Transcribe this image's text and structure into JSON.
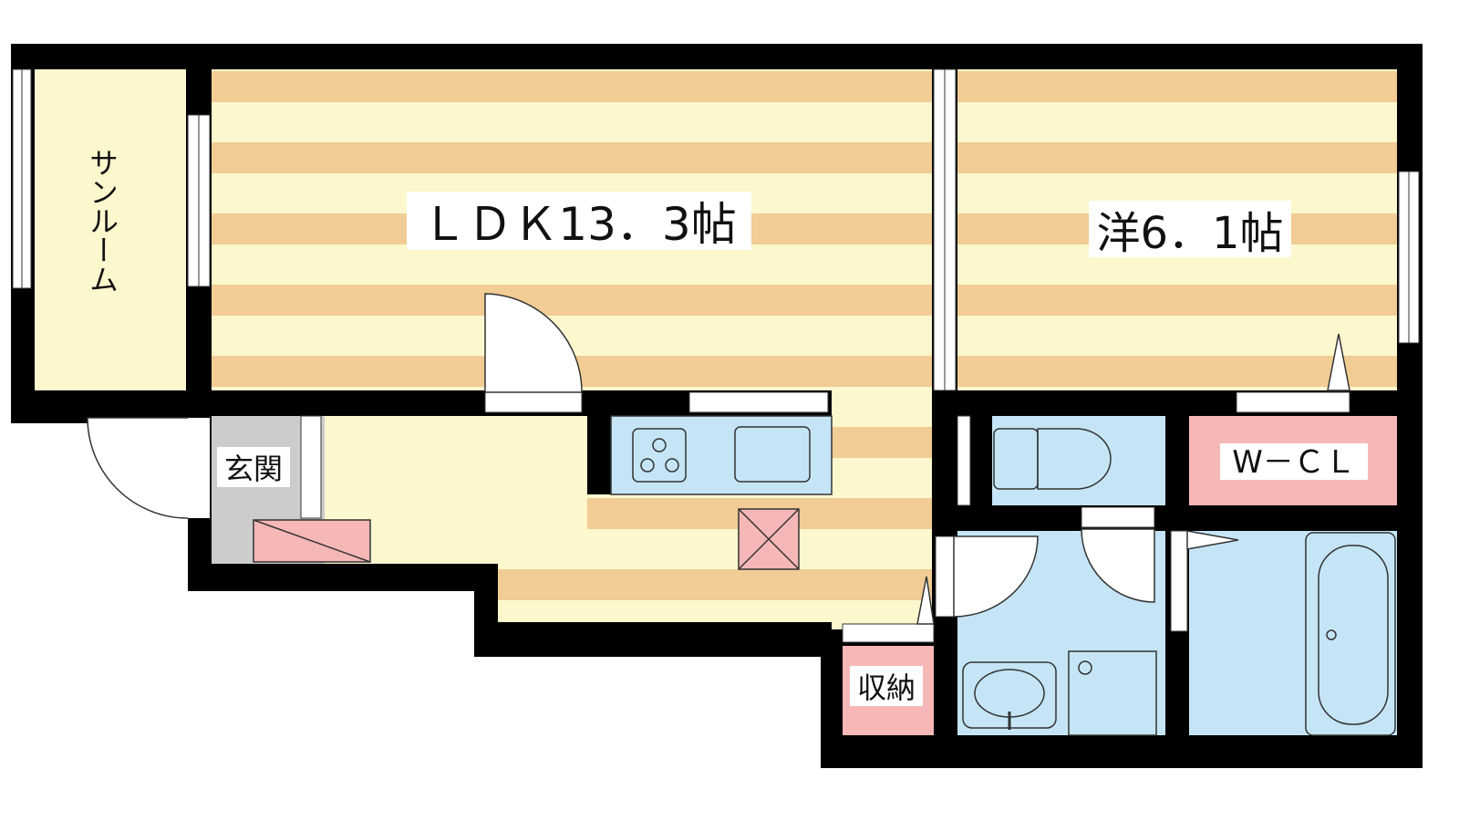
{
  "rooms": {
    "ldk": "ＬＤＫ13．3帖",
    "western": "洋6．1帖",
    "sunroom": "サンルーム",
    "entrance": "玄関",
    "storage": "収納",
    "walk_in_closet": "W－ＣＬ"
  },
  "colors": {
    "wall": "#000000",
    "floor_light": "#fdf7cd",
    "floor_stripe": "#f1cc95",
    "cream_floor": "#fdf7cd",
    "gray_floor": "#cccccc",
    "blue_floor": "#c5e5f6",
    "pink_floor": "#f6b7b7"
  }
}
